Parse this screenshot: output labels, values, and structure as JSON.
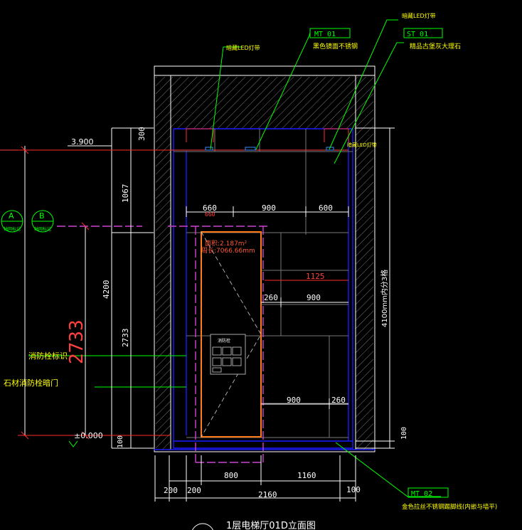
{
  "colors": {
    "background": "#000000",
    "wall": "#ffffff",
    "hatch": "#8a8a8a",
    "blue_outline": "#1a1aff",
    "dimension": "#ffffff",
    "leader": "#00ff00",
    "label": "#ffff00",
    "red_line": "#ff2a2a",
    "magenta": "#d040d0",
    "orange": "#ff7a1a",
    "cyan": "#00e5e5"
  },
  "callouts": {
    "led_left": "暗藏LED灯带",
    "led_top": "暗藏LED灯带",
    "led_right": "暗藏LED灯带",
    "mt01_code": "MT 01",
    "mt01_desc": "黑色镜面不锈钢",
    "st01_code": "ST 01",
    "st01_desc": "精品古堡灰大理石",
    "mt02_code": "MT 02",
    "mt02_desc": "金色拉丝不锈钢踢脚线(内嵌与墙平)"
  },
  "levels": {
    "top": "3.900",
    "bottom": "±0.000"
  },
  "grid": {
    "a": "A",
    "b": "B",
    "a_sub": "轴网标记",
    "b_sub": "轴网标记"
  },
  "left_labels": {
    "hydrant_sign": "消防栓标识",
    "stone_door": "石材消防栓暗门",
    "big_dim": "2733"
  },
  "vertical_dims": {
    "d300": "300",
    "d1067": "1067",
    "d4200": "4200",
    "d2733": "2733",
    "d100": "100",
    "right_total": "4100mm内分3格",
    "right_100": "100"
  },
  "horizontal_dims": {
    "d660": "660",
    "d660b": "660",
    "d900a": "900",
    "d600": "600",
    "d1125": "1125",
    "d260a": "260",
    "d900b": "900",
    "d900c": "900",
    "d260b": "260",
    "d800": "800",
    "d1160": "1160",
    "d200a": "200",
    "d200b": "200",
    "d2160": "2160",
    "d100b": "100"
  },
  "panel": {
    "area": "面积:2.187m²",
    "perimeter": "周长:7066.66mm",
    "sign_title": "消防栓"
  },
  "title": "1层电梯厅01D立面图"
}
